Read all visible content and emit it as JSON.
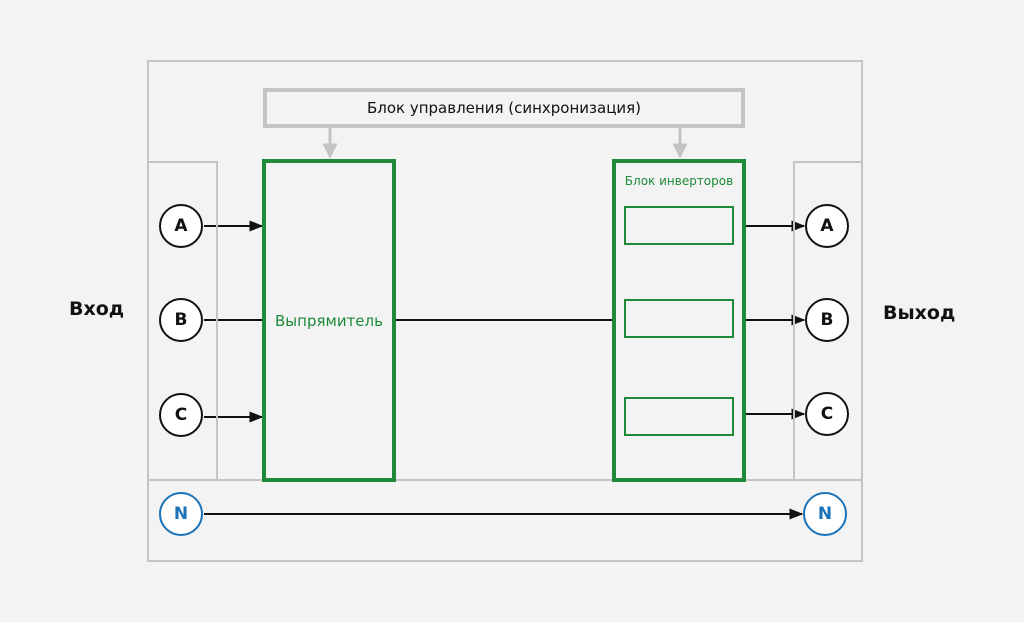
{
  "labels": {
    "control": "Блок управления (синхронизация)",
    "rectifier": "Выпрямитель",
    "inverters": "Блок инверторов",
    "input": "Вход",
    "output": "Выход"
  },
  "nodes": {
    "in": [
      "A",
      "B",
      "C"
    ],
    "out": [
      "A",
      "B",
      "C"
    ],
    "neutral": "N"
  },
  "colors": {
    "green": "#1e8a3a",
    "neutral_blue": "#1a73b8",
    "frame_gray": "#c4c4c4",
    "wire": "#111111"
  }
}
